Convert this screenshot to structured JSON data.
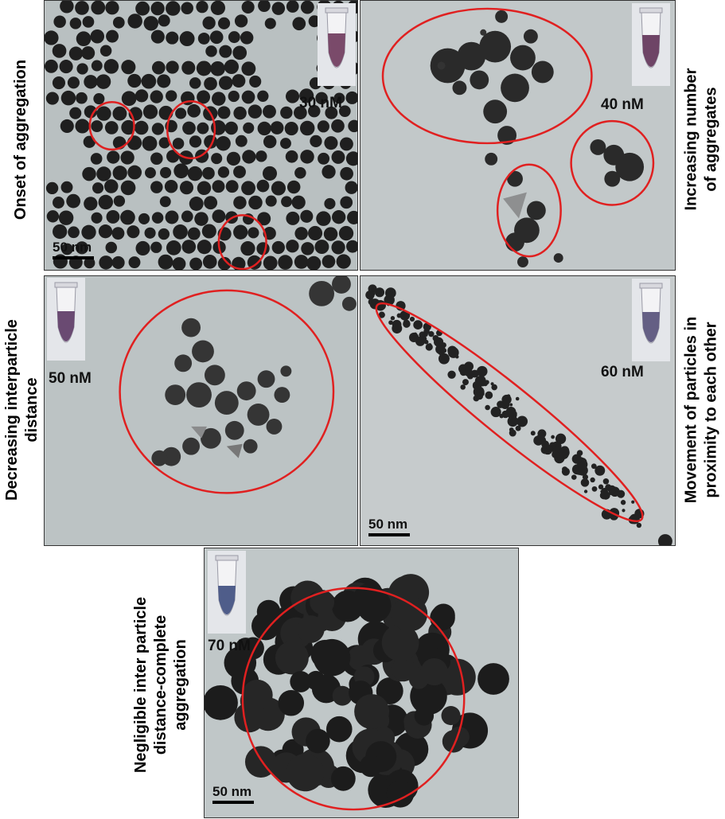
{
  "panels": [
    {
      "concentration": "30 nM",
      "scale_label": "50 nm",
      "side_label": [
        "Onset of aggregation"
      ],
      "vial_fluid": "#7a4a6a"
    },
    {
      "concentration": "40 nM",
      "scale_label": "",
      "side_label": [
        "Increasing number",
        "of aggregates"
      ],
      "vial_fluid": "#6e4466"
    },
    {
      "concentration": "50 nM",
      "scale_label": "",
      "side_label": [
        "Decreasing interparticle",
        "distance"
      ],
      "vial_fluid": "#6a4a72"
    },
    {
      "concentration": "60 nM",
      "scale_label": "50 nm",
      "side_label": [
        "Movement of particles in",
        "proximity to each other"
      ],
      "vial_fluid": "#645f84"
    },
    {
      "concentration": "70 nM",
      "scale_label": "50 nm",
      "side_label": [
        "Negligible inter particle",
        "distance-complete",
        "aggregation"
      ],
      "vial_fluid": "#4f5d8a"
    }
  ],
  "colors": {
    "circle": "#e02020",
    "background": "#bfc6c7",
    "particle": "#1a1a1a"
  }
}
